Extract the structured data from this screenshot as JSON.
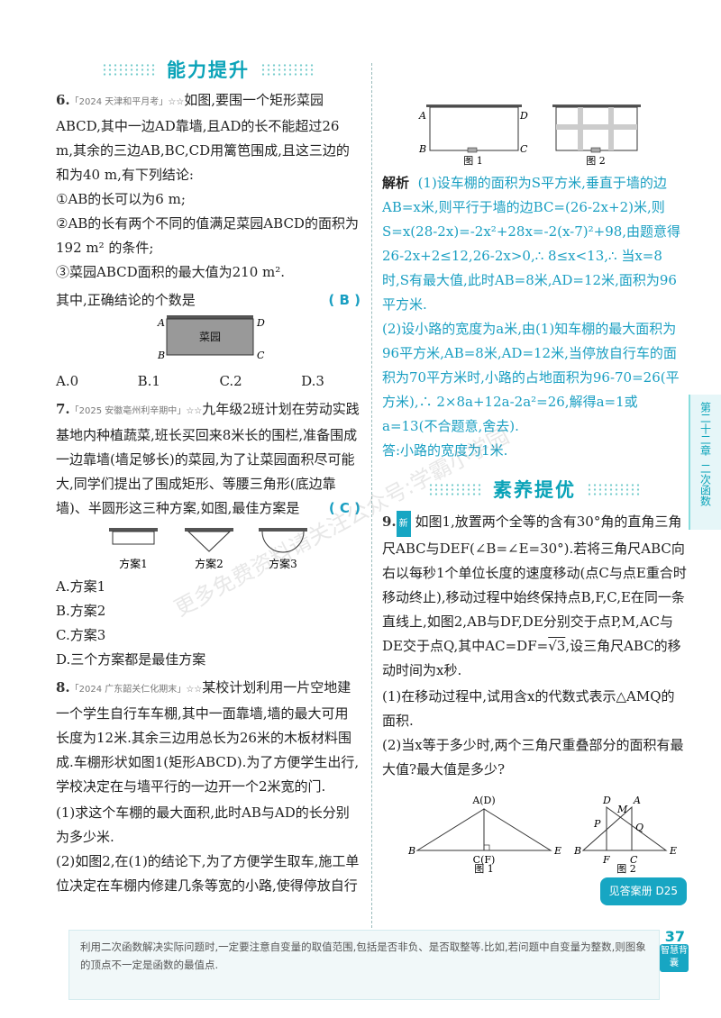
{
  "sections": {
    "ability": "能力提升",
    "literacy": "素养提优"
  },
  "q6": {
    "num": "6.",
    "tag": "「2024 天津和平月考」",
    "stars": "☆☆",
    "stem": "如图,要围一个矩形菜园ABCD,其中一边AD靠墙,且AD的长不能超过26 m,其余的三边AB,BC,CD用篱笆围成,且这三边的和为40 m,有下列结论:",
    "c1": "①AB的长可以为6 m;",
    "c2": "②AB的长有两个不同的值满足菜园ABCD的面积为192 m² 的条件;",
    "c3": "③菜园ABCD面积的最大值为210 m².",
    "ask": "其中,正确结论的个数是",
    "answer": "( B )",
    "garden": "菜园",
    "labels": {
      "A": "A",
      "B": "B",
      "C": "C",
      "D": "D"
    },
    "options": [
      "A.0",
      "B.1",
      "C.2",
      "D.3"
    ]
  },
  "q7": {
    "num": "7.",
    "tag": "「2025 安徽亳州利辛期中」",
    "stars": "☆☆",
    "stem": "九年级2班计划在劳动实践基地内种植蔬菜,班长买回来8米长的围栏,准备围成一边靠墙(墙足够长)的菜园,为了让菜园面积尽可能大,同学们提出了围成矩形、等腰三角形(底边靠墙)、半圆形这三种方案,如图,最佳方案是",
    "answer": "( C )",
    "captions": [
      "方案1",
      "方案2",
      "方案3"
    ],
    "options": [
      "A.方案1",
      "B.方案2",
      "C.方案3",
      "D.三个方案都是最佳方案"
    ]
  },
  "q8": {
    "num": "8.",
    "tag": "「2024 广东韶关仁化期末」",
    "stars": "☆☆",
    "stem": "某校计划利用一片空地建一个学生自行车车棚,其中一面靠墙,墙的最大可用长度为12米.其余三边用总长为26米的木板材料围成.车棚形状如图1(矩形ABCD).为了方便学生出行,学校决定在与墙平行的一边开一个2米宽的门.",
    "p1": "(1)求这个车棚的最大面积,此时AB与AD的长分别为多少米.",
    "p2": "(2)如图2,在(1)的结论下,为了方便学生取车,施工单位决定在车棚内修建几条等宽的小路,使得停放自行车的面积为70平方米,那么小路的宽度是多少米?",
    "fig1": "图 1",
    "fig2": "图 2",
    "labels": {
      "A": "A",
      "B": "B",
      "C": "C",
      "D": "D"
    },
    "sol_label": "解析",
    "sol1": "(1)设车棚的面积为S平方米,垂直于墙的边AB=x米,则平行于墙的边BC=(26-2x+2)米,则S=x(28-2x)=-2x²+28x=-2(x-7)²+98,由题意得26-2x+2≤12,26-2x>0,∴ 8≤x<13,∴ 当x=8时,S有最大值,此时AB=8米,AD=12米,面积为96平方米.",
    "sol2": "(2)设小路的宽度为a米,由(1)知车棚的最大面积为96平方米,AB=8米,AD=12米,当停放自行车的面积为70平方米时,小路的占地面积为96-70=26(平方米),∴ 2×8a+12a-2a²=26,解得a=1或a=13(不合题意,舍去).",
    "sol3": "答:小路的宽度为1米."
  },
  "q9": {
    "num": "9.",
    "badge": "新",
    "stem": "如图1,放置两个全等的含有30°角的直角三角尺ABC与DEF(∠B=∠E=30°).若将三角尺ABC向右以每秒1个单位长度的速度移动(点C与点E重合时移动终止),移动过程中始终保持点B,F,C,E在同一条直线上,如图2,AB与DF,DE分别交于点P,M,AC与DE交于点Q,其中AC=DF=",
    "sqrt": "√3",
    "stem_end": ",设三角尺ABC的移动时间为x秒.",
    "p1": "(1)在移动过程中,试用含x的代数式表示△AMQ的面积.",
    "p2": "(2)当x等于多少时,两个三角尺重叠部分的面积有最大值?最大值是多少?",
    "fig1": "图 1",
    "fig2": "图 2",
    "f1": {
      "top": "A(D)",
      "b": "B",
      "bottom": "C(F)",
      "e": "E"
    },
    "f2": {
      "d": "D",
      "m": "M",
      "a": "A",
      "p": "P",
      "q": "Q",
      "b": "B",
      "f": "F",
      "c": "C",
      "e": "E"
    },
    "see_answer": "见答案册 D25"
  },
  "side_tab": {
    "chapter": "第二十二章",
    "topic": "二次函数"
  },
  "tip": "利用二次函数解决实际问题时,一定要注意自变量的取值范围,包括是否非负、是否取整等.比如,若问题中自变量为整数,则图象的顶点不一定是函数的最值点.",
  "page_number": "37",
  "wisdom": "智慧背囊",
  "watermark": "更多免费资料请关注公众号:学霸小学园"
}
